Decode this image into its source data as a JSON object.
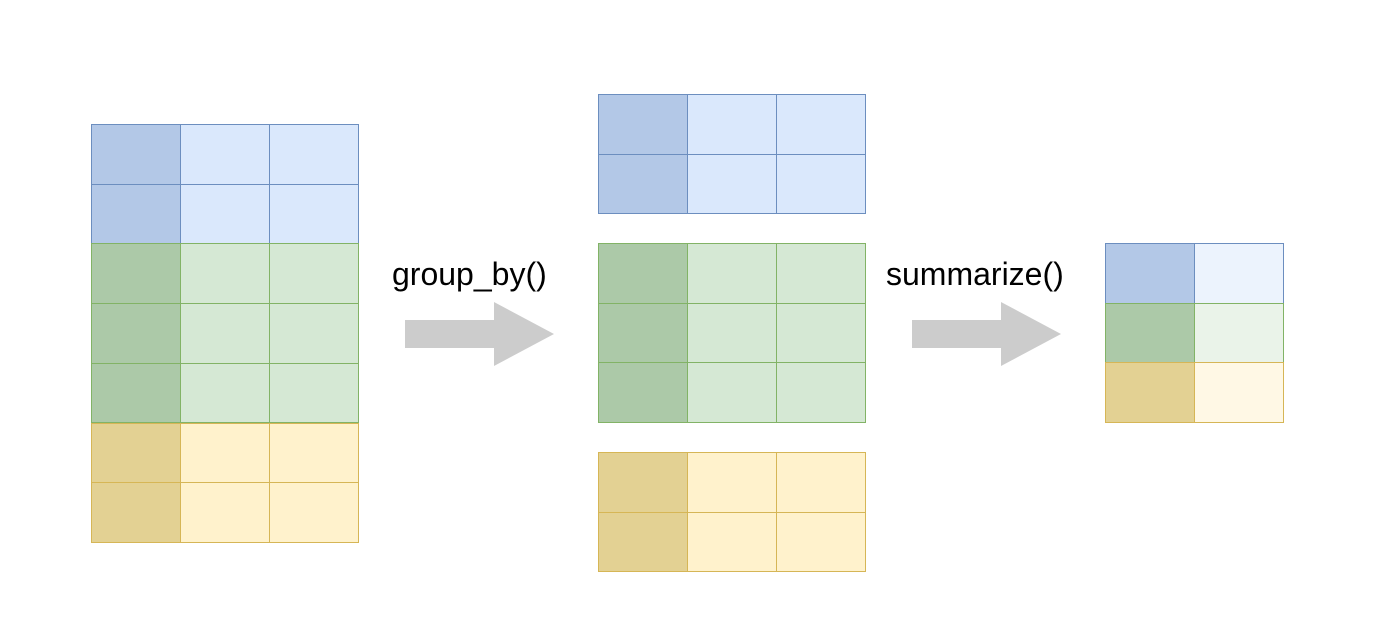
{
  "colors": {
    "blue_key": "#b3c8e7",
    "blue_val": "#dae8fc",
    "blue_summary": "#ecf3fd",
    "blue_border": "#6c8ebf",
    "green_key": "#acc9a8",
    "green_val": "#d5e8d4",
    "green_summary": "#eaf3e9",
    "green_border": "#82b366",
    "yellow_key": "#e3d193",
    "yellow_val": "#fff2cc",
    "yellow_summary": "#fff8e5",
    "yellow_border": "#d6b656",
    "arrow": "#cccccc"
  },
  "operations": {
    "group_by": "group_by()",
    "summarize": "summarize()"
  },
  "groups": [
    {
      "name": "blue",
      "rows": 2
    },
    {
      "name": "green",
      "rows": 3
    },
    {
      "name": "yellow",
      "rows": 2
    }
  ],
  "source_table": {
    "columns": 3
  },
  "grouped_tables": {
    "columns": 3
  },
  "summary_table": {
    "columns": 2,
    "rows_per_group": 1
  },
  "icons": [
    "right-arrow-icon",
    "right-arrow-icon"
  ]
}
